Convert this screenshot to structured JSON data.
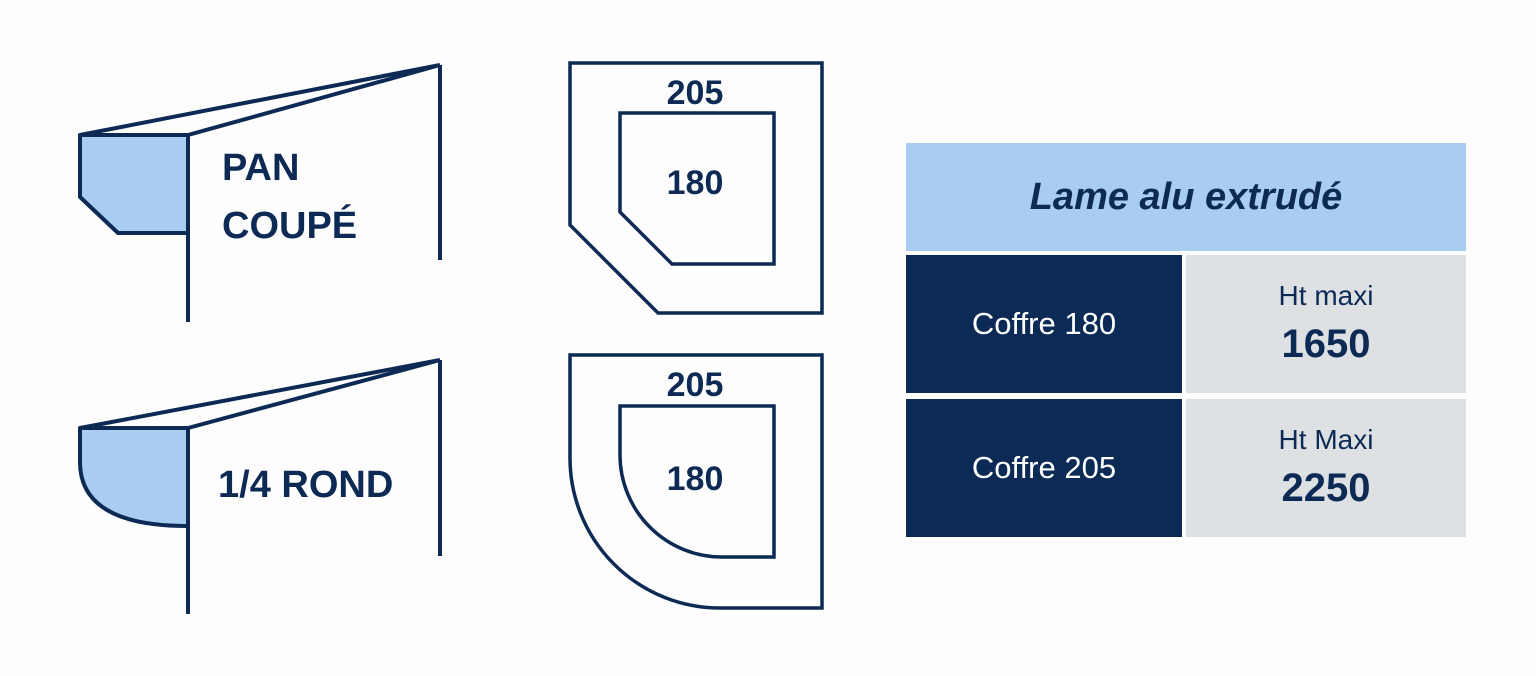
{
  "profiles": [
    {
      "label_line1": "PAN",
      "label_line2": "COUPÉ",
      "outer_dim": "205",
      "inner_dim": "180",
      "shape": "chamfer"
    },
    {
      "label_line1": "1/4 ROND",
      "outer_dim": "205",
      "inner_dim": "180",
      "shape": "quarter-round"
    }
  ],
  "table": {
    "header": "Lame alu extrudé",
    "rows": [
      {
        "coffre": "Coffre 180",
        "ht_label": "Ht maxi",
        "ht_value": "1650"
      },
      {
        "coffre": "Coffre 205",
        "ht_label": "Ht Maxi",
        "ht_value": "2250"
      }
    ]
  },
  "colors": {
    "navy": "#0b2a55",
    "light_blue": "#a9cdf0",
    "light_gray": "#dde1e4"
  }
}
